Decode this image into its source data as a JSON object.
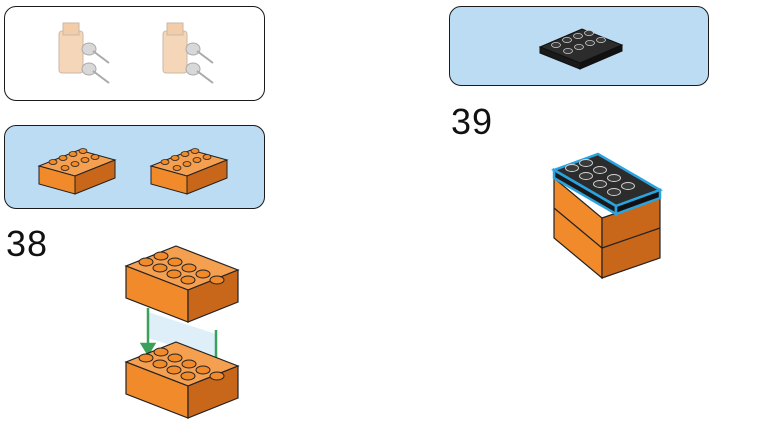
{
  "steps": [
    {
      "number": "38"
    },
    {
      "number": "39"
    }
  ],
  "colors": {
    "panel_blue": "#bcdcf3",
    "brick_orange": "#f08a2a",
    "brick_orange_dark": "#c8661a",
    "brick_black": "#222222",
    "highlight": "#2aa3e0",
    "arrow_green": "#3aa05a"
  },
  "parts_panels": [
    {
      "step": "38-previous",
      "items": [
        "faded-bracket-part",
        "faded-bracket-part"
      ]
    },
    {
      "step": "38",
      "items": [
        "orange-2x4-brick",
        "orange-2x4-brick"
      ]
    },
    {
      "step": "39",
      "items": [
        "black-2x4-plate"
      ]
    }
  ]
}
